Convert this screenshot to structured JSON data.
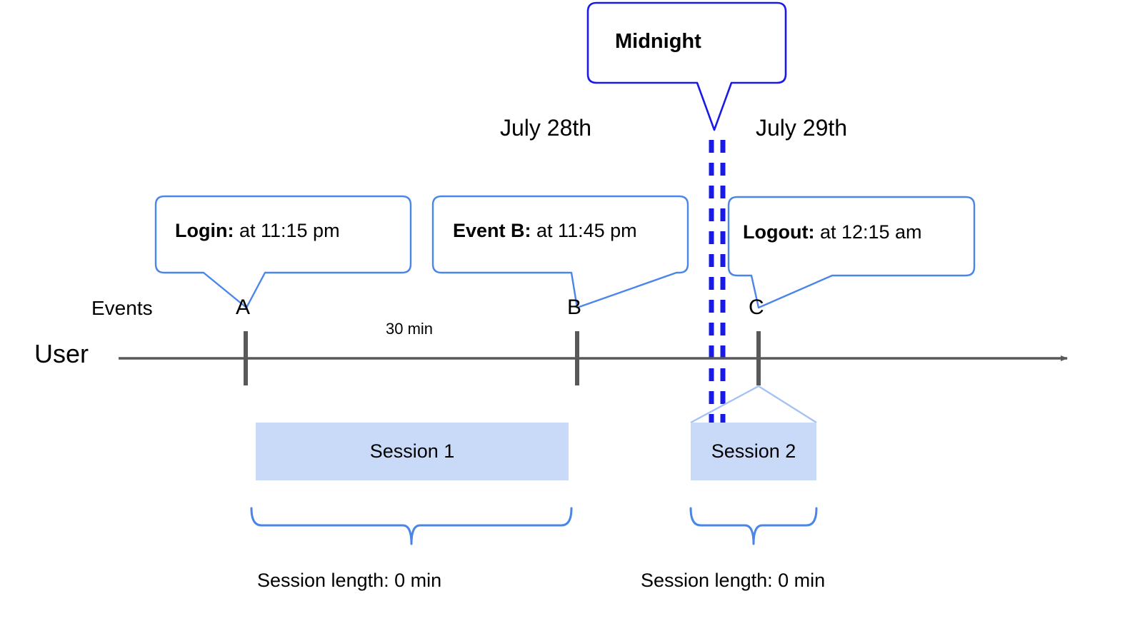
{
  "diagram": {
    "title": "User session timeline across midnight",
    "colors": {
      "callout_border": "#4a86e8",
      "midnight_border": "#1a1ae6",
      "midnight_dash": "#1a1ae6",
      "axis": "#595959",
      "tick": "#595959",
      "session_fill": "#c9daf8",
      "brace": "#4a86e8",
      "session2_tent": "#a4c2f4",
      "text": "#000000"
    },
    "axis": {
      "row_label": "User",
      "events_row_label": "Events",
      "duration_label": "30 min"
    },
    "dates": [
      {
        "label": "July 28th"
      },
      {
        "label": "July 29th"
      }
    ],
    "midnight_callout": {
      "label": "Midnight"
    },
    "events": [
      {
        "letter": "A",
        "callout_bold": "Login:",
        "callout_rest": " at 11:15 pm"
      },
      {
        "letter": "B",
        "callout_bold": "Event B:",
        "callout_rest": " at 11:45 pm"
      },
      {
        "letter": "C",
        "callout_bold": "Logout:",
        "callout_rest": " at 12:15 am"
      }
    ],
    "sessions": [
      {
        "label": "Session 1",
        "length_label": "Session length: 0 min"
      },
      {
        "label": "Session 2",
        "length_label": "Session length: 0 min"
      }
    ]
  }
}
